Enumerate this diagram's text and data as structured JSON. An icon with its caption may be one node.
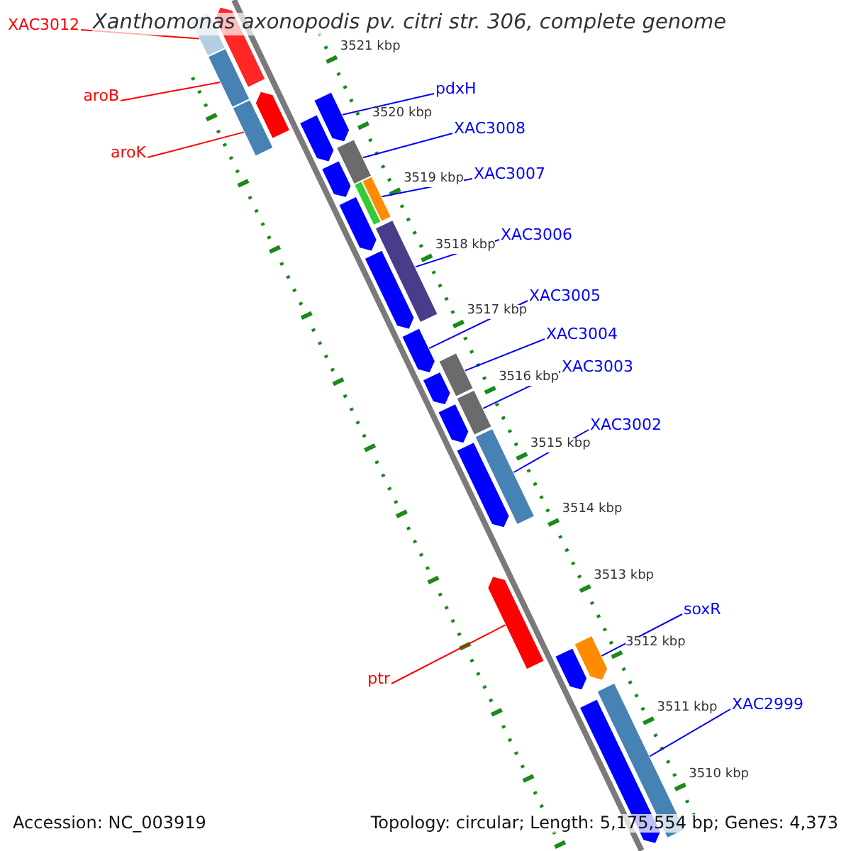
{
  "diagram": {
    "title": "Xanthomonas axonopodis pv. citri str. 306, complete genome",
    "nodes": [
      {
        "text": [
          "XAC3012"
        ]
      },
      {
        "text": [],
        "shape": "bar"
      },
      {
        "text": [
          "aroB"
        ]
      },
      {
        "text": [],
        "shape": "bar"
      },
      {
        "text": [
          "pdxH"
        ]
      },
      {
        "text": [],
        "shape": "arrow"
      },
      {
        "text": [
          "XAC3008"
        ]
      },
      {
        "text": [],
        "shape": "bar"
      },
      {
        "text": [
          "aroK"
        ]
      },
      {
        "text": [],
        "shape": "bar"
      },
      {
        "text": [
          "XAC3007"
        ]
      },
      {
        "text": [],
        "shape": "bar"
      },
      {
        "text": [
          "XAC3006"
        ]
      },
      {
        "text": [],
        "shape": "bar"
      },
      {
        "text": [
          "XAC3005"
        ]
      },
      {
        "text": [],
        "shape": "arrow"
      },
      {
        "text": [
          "XAC3004"
        ]
      },
      {
        "text": [],
        "shape": "bar"
      },
      {
        "text": [
          "XAC3003"
        ]
      },
      {
        "text": [],
        "shape": "bar"
      },
      {
        "text": [
          "XAC3002"
        ]
      },
      {
        "text": [],
        "shape": "bar"
      },
      {
        "text": [
          "soxR"
        ]
      },
      {
        "text": [],
        "shape": "arrow"
      },
      {
        "text": [
          "ptr"
        ]
      },
      {
        "text": [],
        "shape": "arrow"
      },
      {
        "text": [
          "XAC2999"
        ]
      },
      {
        "text": [],
        "shape": "bar"
      },
      {
        "text": [],
        "shape": "arrow"
      },
      {
        "text": [],
        "shape": "arrow"
      },
      {
        "text": [],
        "shape": "arrow"
      },
      {
        "text": [],
        "shape": "arrow"
      },
      {
        "text": [],
        "shape": "bar"
      },
      {
        "text": [],
        "shape": "arrow"
      },
      {
        "text": [],
        "shape": "arrow"
      },
      {
        "text": [],
        "shape": "arrow"
      },
      {
        "text": [],
        "shape": "arrow"
      },
      {
        "text": [],
        "shape": "arrow"
      },
      {
        "text": [],
        "shape": "arrow"
      },
      {
        "text": [],
        "shape": "arrow"
      }
    ],
    "edges": [
      {
        "from": 0,
        "to": 1,
        "arrow": "none",
        "color": "#ff0000"
      },
      {
        "from": 2,
        "to": 3,
        "arrow": "none",
        "color": "#ff0000"
      },
      {
        "from": 4,
        "to": 5,
        "arrow": "none"
      },
      {
        "from": 6,
        "to": 7,
        "arrow": "none"
      },
      {
        "from": 8,
        "to": 9,
        "arrow": "none",
        "color": "#ff0000"
      },
      {
        "from": 10,
        "to": 11,
        "arrow": "none"
      },
      {
        "from": 12,
        "to": 13,
        "arrow": "none"
      },
      {
        "from": 14,
        "to": 15,
        "arrow": "none"
      },
      {
        "from": 16,
        "to": 17,
        "arrow": "none"
      },
      {
        "from": 18,
        "to": 19,
        "arrow": "none"
      },
      {
        "from": 20,
        "to": 21,
        "arrow": "none"
      },
      {
        "from": 22,
        "to": 23,
        "arrow": "none"
      },
      {
        "from": 24,
        "to": 25,
        "arrow": "none",
        "color": "#ff0000"
      },
      {
        "from": 26,
        "to": 27,
        "arrow": "none"
      }
    ],
    "labels": [
      "3521 kbp",
      "3520 kbp",
      "3519 kbp",
      "3518 kbp",
      "3517 kbp",
      "3516 kbp",
      "3515 kbp",
      "3514 kbp",
      "3513 kbp",
      "3512 kbp",
      "3511 kbp",
      "3510 kbp",
      "Accession: NC_003919",
      "Topology: circular; Length: 5,175,554 bp; Genes: 4,373"
    ]
  }
}
